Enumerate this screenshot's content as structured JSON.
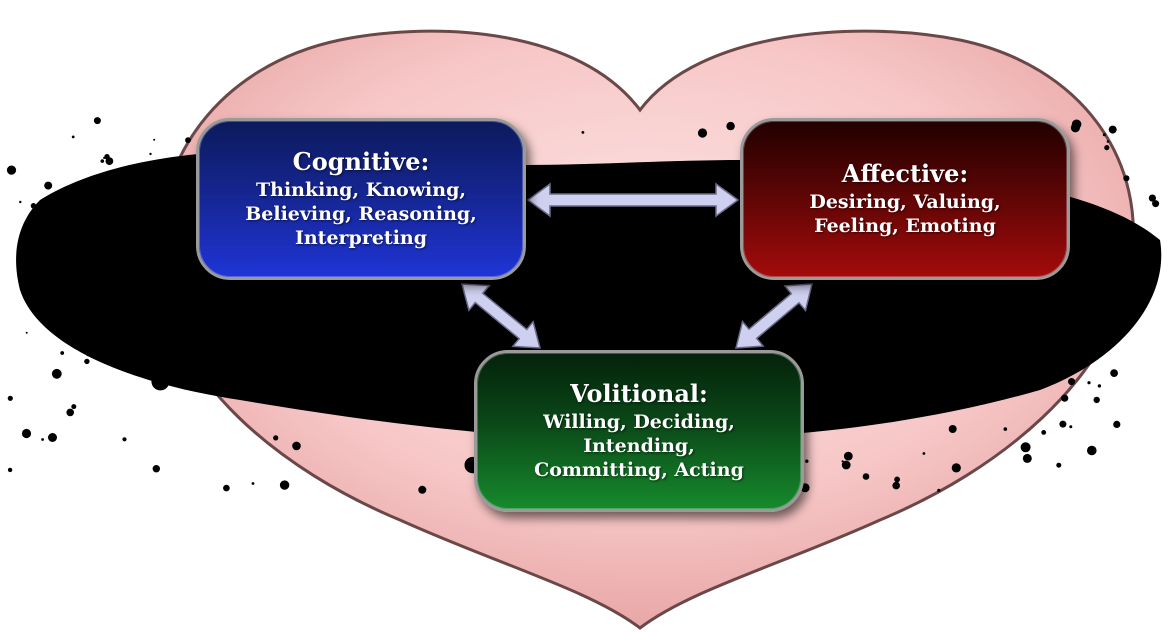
{
  "diagram": {
    "nodes": [
      {
        "id": "cognitive",
        "title": "Cognitive:",
        "lines": [
          "Thinking, Knowing,",
          "Believing, Reasoning,",
          "Interpreting"
        ],
        "color": "#1a2bb5"
      },
      {
        "id": "affective",
        "title": "Affective:",
        "lines": [
          "Desiring, Valuing,",
          "Feeling, Emoting"
        ],
        "color": "#8a0a0a"
      },
      {
        "id": "volitional",
        "title": "Volitional:",
        "lines": [
          "Willing, Deciding,",
          "Intending,",
          "Committing, Acting"
        ],
        "color": "#117025"
      }
    ],
    "connections": [
      {
        "from": "cognitive",
        "to": "affective",
        "type": "double-arrow"
      },
      {
        "from": "cognitive",
        "to": "volitional",
        "type": "double-arrow"
      },
      {
        "from": "affective",
        "to": "volitional",
        "type": "double-arrow"
      }
    ],
    "background": {
      "shape": "heart",
      "heart_color": "#f7c7c7",
      "heart_outline": "#6b4848",
      "splatter_color": "#000000"
    },
    "arrow_color": "#cfcfef"
  }
}
